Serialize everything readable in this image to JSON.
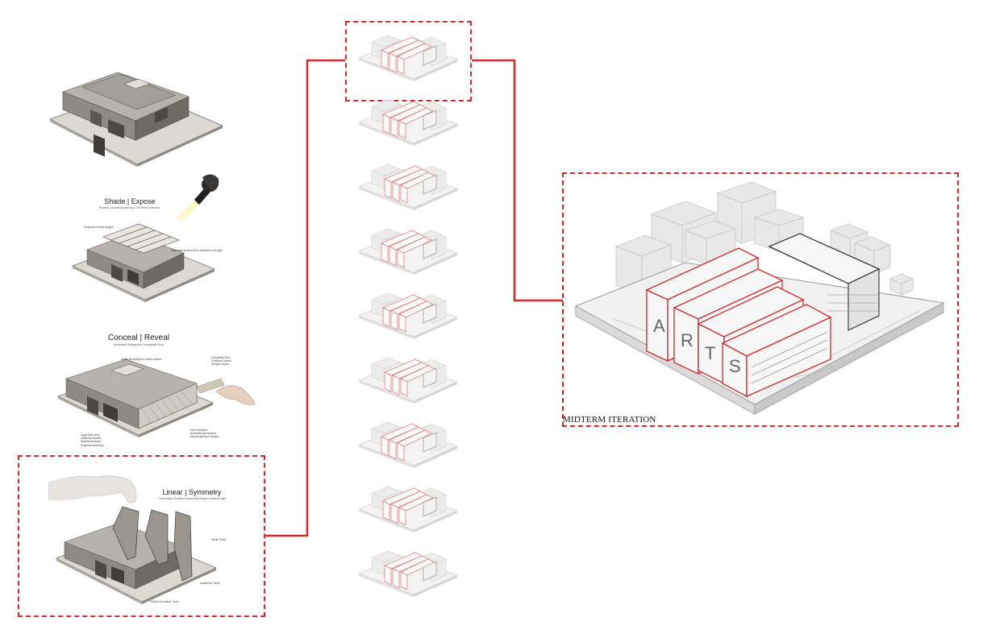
{
  "concepts": [
    {
      "title": "",
      "subtitle": ""
    },
    {
      "title": "Shade | Expose",
      "subtitle": "Rooftop Louvres Inspired by The Menil Collection",
      "notes": [
        "Expanded rooftop skylight",
        "Adjustable louvres set to desirable north light"
      ]
    },
    {
      "title": "Conceal | Reveal",
      "subtitle": "Northwest Glazing and Occupiable Roof",
      "notes": [
        "Additional skylight for studio spaces",
        "Occupiable Roof\nSculpture Garden\nHangout Space",
        "Large East Wing\nAdditional studios\nMultiformat space\nExpanded workshop",
        "More Windows\nNortheast and western\nNatural lighting in studios"
      ]
    },
    {
      "title": "Linear | Symmetry",
      "subtitle": "Three Major Sloping Towers that Bring in Natural Light",
      "notes": [
        "Studio Tower",
        "Auditorium Tower",
        "Vertical Circulation Tower"
      ]
    }
  ],
  "iteration_count": 9,
  "midterm": {
    "label": "MIDTERM ITERATION",
    "letters": [
      "A",
      "R",
      "T",
      "S"
    ]
  },
  "colors": {
    "accent": "#d42a2a",
    "model": "#8f8a83",
    "model_dark": "#4c4945",
    "base": "#d6d3cd",
    "ghost": "#dcdcdc"
  }
}
